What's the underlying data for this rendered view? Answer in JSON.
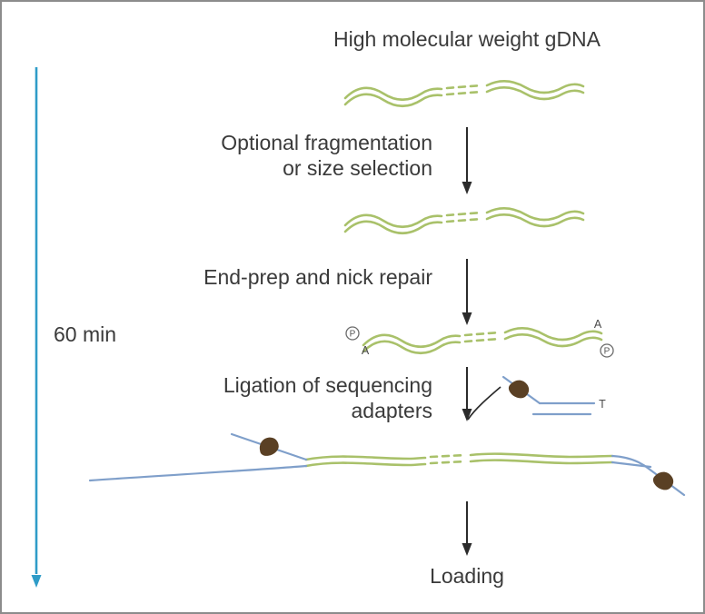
{
  "diagram": {
    "title": "High molecular weight gDNA",
    "timeline": {
      "label": "60 min"
    },
    "steps": {
      "fragmentation": {
        "line1": "Optional fragmentation",
        "line2": "or size selection"
      },
      "end_prep": {
        "line1": "End-prep and nick repair"
      },
      "ligation": {
        "line1": "Ligation of sequencing",
        "line2": "adapters"
      }
    },
    "loading": {
      "label": "Loading"
    },
    "annotations": {
      "phosphate": "P",
      "a_overhang": "A",
      "t_overhang": "T"
    },
    "colors": {
      "dna_green": "#a9c16a",
      "adapter_blue": "#7f9fca",
      "motor_protein_brown": "#5a4024",
      "timeline_blue": "#2f9cc8",
      "arrow_black": "#2b2b2b",
      "border_gray": "#8c8c8c"
    }
  }
}
